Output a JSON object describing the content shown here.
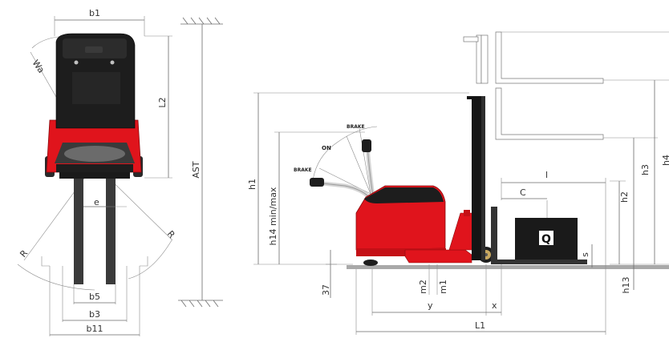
{
  "colors": {
    "truck_red": "#e0141c",
    "dark_red": "#a80d12",
    "body_black": "#1d1d1d",
    "fork_gray": "#3a3a3a",
    "mast_black": "#151515",
    "dimension_gray": "#6a6a6a"
  },
  "top_view": {
    "labels": {
      "b1": "b1",
      "wa": "Wa",
      "l2": "L2",
      "ast": "AST",
      "e": "e",
      "r_left": "R",
      "r_right": "R",
      "b5": "b5",
      "b3": "b3",
      "b11": "b11"
    }
  },
  "side_view": {
    "labels": {
      "h1": "h1",
      "h14": "h14 min/max",
      "h3": "h3",
      "h4": "h4",
      "h2": "h2",
      "l": "l",
      "c": "C",
      "q": "Q",
      "s": "s",
      "h13": "h13",
      "dim37": "37",
      "m2": "m2",
      "m1": "m1",
      "y": "y",
      "x": "x",
      "l1": "L1",
      "brake_top": "BRAKE",
      "on": "ON",
      "brake_bottom": "BRAKE"
    }
  }
}
